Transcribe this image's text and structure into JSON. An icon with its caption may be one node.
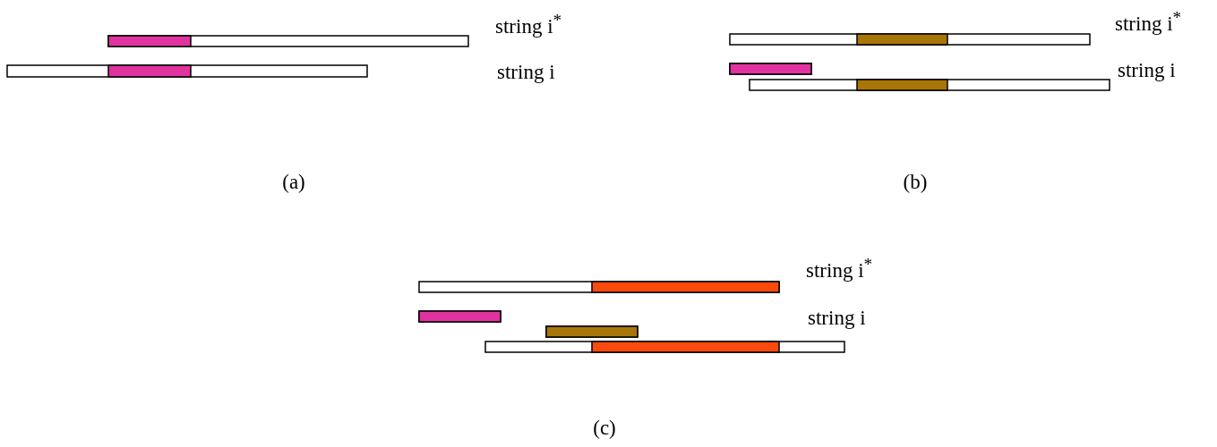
{
  "diagram": {
    "labels": [
      "string i$^{*}$",
      "string i$^{*}$",
      "string i",
      "string i",
      "(a)",
      "(b)",
      "string i$^{*}$",
      "string i",
      "(c)"
    ]
  }
}
